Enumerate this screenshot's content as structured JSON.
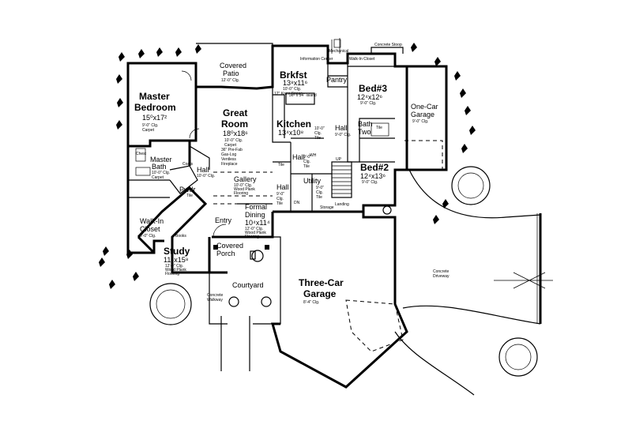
{
  "rooms": {
    "master_bedroom": {
      "name_1": "Master",
      "name_2": "Bedroom",
      "dims": "15⁰x17²",
      "note_1": "9'-0\" Clg.",
      "note_2": "Carpet"
    },
    "covered_patio": {
      "name_1": "Covered",
      "name_2": "Patio",
      "note": "12'-0\" Clg."
    },
    "breakfast": {
      "name": "Brkfst",
      "dims": "13⁸x11⁶",
      "note": "10'-0\" Clg.",
      "info_center": "Information Center"
    },
    "pantry": {
      "name": "Pantry"
    },
    "walk_in_closet_top": {
      "name": "Walk-In Closet"
    },
    "mechanical": {
      "name": "Mechanical"
    },
    "bed3": {
      "name": "Bed#3",
      "dims": "12⁴x12⁶",
      "note": "9'-0\" Clg."
    },
    "one_car_garage": {
      "name_1": "One-Car",
      "name_2": "Garage",
      "note": "9'-0\" Clg."
    },
    "great_room": {
      "name_1": "Great",
      "name_2": "Room",
      "dims": "18⁰x18⁶",
      "note_1": "10'-0\" Clg.",
      "note_2": "Carpet",
      "fireplace_1": "36\" Pre-Fab",
      "fireplace_2": "Gas-Log",
      "fireplace_3": "Ventless",
      "fireplace_4": "Fireplace"
    },
    "kitchen": {
      "name": "Kitchen",
      "dims": "13⁴x10⁸",
      "note_1": "10'-0\"",
      "note_2": "Clg.",
      "note_3": "Tile",
      "island": "36\" x 54\" Island",
      "knee": "12\" Knee Space"
    },
    "hall_upper": {
      "name": "Hall",
      "note": "9'-0\" Clg."
    },
    "bath_two": {
      "name_1": "Bath",
      "name_2": "Two",
      "note": "Tile"
    },
    "bed2": {
      "name": "Bed#2",
      "dims": "12⁴x13⁶",
      "note": "9'-0\" Clg."
    },
    "master_bath": {
      "name_1": "Master",
      "name_2": "Bath",
      "note_1": "10'-0\" Clg.",
      "note_2": "Carpet"
    },
    "hall_master": {
      "name": "Hall",
      "note": "10'-0\" Clg."
    },
    "gallery": {
      "name": "Gallery",
      "note_1": "10'-0\" Clg.",
      "note_2": "Wood Plank",
      "note_3": "Flooring"
    },
    "hall_mid": {
      "name": "Hall",
      "note_1": "9'-0\"",
      "note_2": "Clg.",
      "note_3": "Tile"
    },
    "hall_lower": {
      "name": "Hall",
      "note_1": "9'-0\"",
      "note_2": "Clg.",
      "note_3": "Tile"
    },
    "utility": {
      "name": "Utility",
      "note_1": "9'-0\"",
      "note_2": "Clg.",
      "note_3": "Tile"
    },
    "storage": {
      "name": "Storage"
    },
    "landing": {
      "name": "Landing"
    },
    "coats": {
      "name": "Coats"
    },
    "powder": {
      "name": "Pwdr",
      "note": "Tile"
    },
    "walk_in_closet": {
      "name_1": "Walk-In",
      "name_2": "Closet",
      "note": "9'-0\" Clg."
    },
    "formal_dining": {
      "name_1": "Formal",
      "name_2": "Dining",
      "dims": "10⁴x11⁴",
      "note_1": "12'-0\" Clg.",
      "note_2": "Wood Plank",
      "note_3": "Flooring"
    },
    "entry": {
      "name": "Entry"
    },
    "study": {
      "name": "Study",
      "dims": "11⁴x15⁸",
      "note_1": "12'-0\" Clg.",
      "note_2": "Wood Plank",
      "note_3": "Flooring",
      "books": "Books"
    },
    "covered_porch": {
      "name_1": "Covered",
      "name_2": "Porch"
    },
    "courtyard": {
      "name": "Courtyard"
    },
    "three_car_garage": {
      "name_1": "Three-Car",
      "name_2": "Garage",
      "note": "8'-4\" Clg."
    }
  },
  "site": {
    "concrete_stoop": "Concrete Stoop",
    "concrete_driveway_1": "Concrete",
    "concrete_driveway_2": "Driveway",
    "concrete_walkway_1": "Concrete",
    "concrete_walkway_2": "Walkway",
    "up": "UP",
    "dn": "DN",
    "wh": "WH",
    "tile": "Tile",
    "chest": "Chest"
  }
}
